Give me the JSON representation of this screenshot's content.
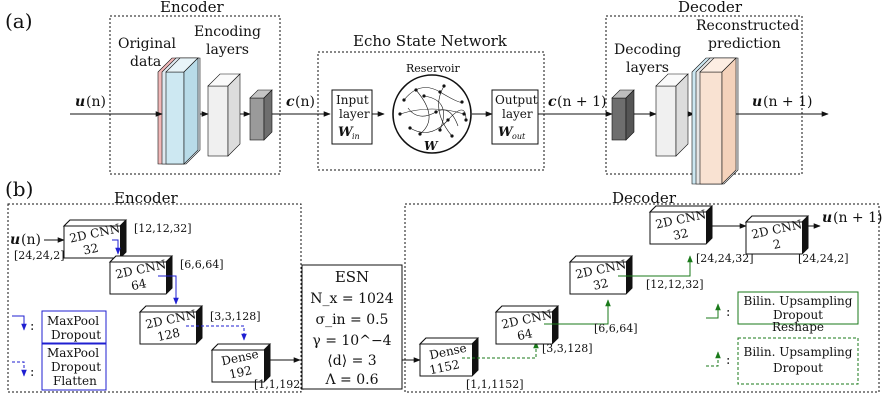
{
  "panel_a": {
    "label": "(a)",
    "encoder": {
      "title": "Encoder",
      "original_data": [
        "Original",
        "data"
      ],
      "encoding_layers": [
        "Encoding",
        "layers"
      ]
    },
    "input": {
      "symbol": "u",
      "arg": "(n)"
    },
    "latent_in": {
      "symbol": "c",
      "arg": "(n)"
    },
    "esn": {
      "title": "Echo State Network",
      "input_layer": [
        "Input",
        "layer"
      ],
      "w_in": "W",
      "w_in_sub": "in",
      "reservoir_label": "Reservoir",
      "w": "W",
      "output_layer": [
        "Output",
        "layer"
      ],
      "w_out": "W",
      "w_out_sub": "out"
    },
    "latent_out": {
      "symbol": "c",
      "arg": "(n + 1)"
    },
    "decoder": {
      "title": "Decoder",
      "decoding_layers": [
        "Decoding",
        "layers"
      ],
      "reconstructed": [
        "Reconstructed",
        "prediction"
      ]
    },
    "output": {
      "symbol": "u",
      "arg": "(n + 1)"
    }
  },
  "panel_b": {
    "label": "(b)",
    "encoder_title": "Encoder",
    "decoder_title": "Decoder",
    "input": {
      "symbol": "u",
      "arg": "(n)",
      "shape": "[24,24,2]"
    },
    "enc_layers": [
      {
        "name": "2D CNN",
        "size": "32",
        "shape": "[12,12,32]"
      },
      {
        "name": "2D CNN",
        "size": "64",
        "shape": "[6,6,64]"
      },
      {
        "name": "2D CNN",
        "size": "128",
        "shape": "[3,3,128]"
      },
      {
        "name": "Dense",
        "size": "192",
        "shape": "[1,1,192]"
      }
    ],
    "esn_box": {
      "title": "ESN",
      "params": [
        "N_x = 1024",
        "σ_in = 0.5",
        "γ = 10^−4",
        "⟨d⟩ = 3",
        "Λ = 0.6"
      ]
    },
    "dec_layers": [
      {
        "name": "Dense",
        "size": "1152",
        "shape": "[1,1,1152]"
      },
      {
        "name": "2D CNN",
        "size": "64",
        "shape": "[3,3,128]"
      },
      {
        "name": "2D CNN",
        "size": "32",
        "shape": "[6,6,64]"
      },
      {
        "name": "2D CNN",
        "size": "32",
        "shape": "[12,12,32]"
      },
      {
        "name": "2D CNN",
        "size": "2",
        "shape": "[24,24,32]"
      }
    ],
    "output": {
      "symbol": "u",
      "arg": "(n + 1)",
      "shape": "[24,24,2]"
    },
    "legend_enc": [
      {
        "lines": [
          "MaxPool",
          "Dropout"
        ]
      },
      {
        "lines": [
          "MaxPool",
          "Dropout",
          "Flatten"
        ]
      }
    ],
    "legend_dec": [
      {
        "lines": [
          "Bilin. Upsampling",
          "Dropout"
        ]
      },
      {
        "lines": [
          "Reshape",
          "Bilin. Upsampling",
          "Dropout"
        ]
      }
    ],
    "colors": {
      "encoder_arrow": "#1f1fd1",
      "decoder_arrow": "#1a7a1a"
    }
  }
}
